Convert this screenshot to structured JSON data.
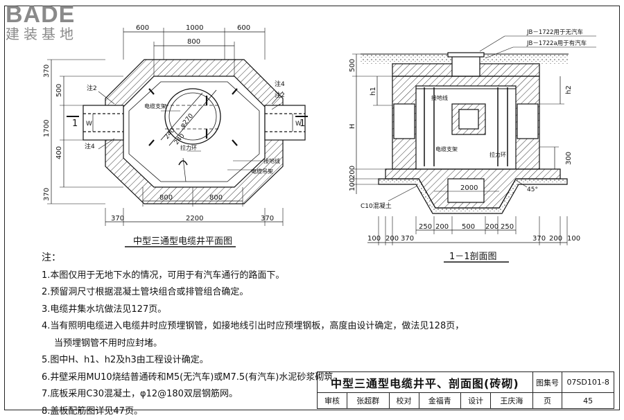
{
  "logo": {
    "main": "BADE",
    "sub": "建装基地"
  },
  "plan": {
    "title": "中型三通型电缆井平面图",
    "dims_top": [
      "600",
      "1000",
      "600"
    ],
    "dim_inner_top": "800",
    "dims_left": [
      "370",
      "500",
      "400",
      "370"
    ],
    "dim_left_total": "1700",
    "dims_bottom_inner": [
      "800",
      "800"
    ],
    "dims_bottom": [
      "370",
      "2200",
      "370"
    ],
    "labels": {
      "zhu2_a": "注2",
      "zhu2_b": "注2",
      "zhu4_a": "注4",
      "zhu4_b": "注4",
      "bracket": "电缆支架",
      "ring": "拉力环",
      "ground": "接地线",
      "hanger": "电缆吊架",
      "d270": "φ270",
      "d240a": "240",
      "d240b": "240",
      "w_left": "W",
      "w_right": "W",
      "sec_left": "1",
      "sec_right": "1"
    }
  },
  "section": {
    "title": "1－1剖面图",
    "jb1": "JB－1722用于无汽车",
    "jb2": "JB－1722a用于有汽车",
    "labels": {
      "h500": "500",
      "h1": "h1",
      "h2": "h2",
      "H": "H",
      "h200": "200",
      "h100": "100",
      "h300": "300",
      "ground": "接地线",
      "bracket": "电缆支架",
      "ring": "拉力环",
      "c10": "C10混凝土",
      "angle": "45°"
    },
    "dims_mid": [
      "250",
      "200",
      "500",
      "200",
      "250"
    ],
    "dim_2000": "2000",
    "dims_bottom_left": [
      "100",
      "200",
      "370"
    ],
    "dims_bottom_right": [
      "370",
      "200",
      "100"
    ]
  },
  "notes": {
    "title": "注：",
    "items": [
      "1.本图仅用于无地下水的情况，可用于有汽车通行的路面下。",
      "2.预留洞尺寸根据混凝土管块组合或排管组合确定。",
      "3.电缆井集水坑做法见127页。",
      "4.当有照明电缆进入电缆井时应预埋钢管，如接地线引出时应预埋钢板，高度由设计确定，做法见128页，",
      "当预埋钢管不用时应封堵。",
      "5.图中H、h1、h2及h3由工程设计确定。",
      "6.井壁采用MU10烧结普通砖和M5(无汽车)或M7.5(有汽车)水泥砂浆砌筑。",
      "7.底板采用C30混凝土，φ12@180双层钢筋网。",
      "8.盖板配筋图详见47页。"
    ]
  },
  "titleblock": {
    "title": "中型三通型电缆井平、剖面图(砖砌)",
    "atlas_label": "图集号",
    "atlas_no": "07SD101-8",
    "review_label": "审核",
    "review_name": "张超群",
    "check_label": "校对",
    "check_name": "金福青",
    "design_label": "设计",
    "design_name": "王庆海",
    "page_label": "页",
    "page_no": "45"
  }
}
